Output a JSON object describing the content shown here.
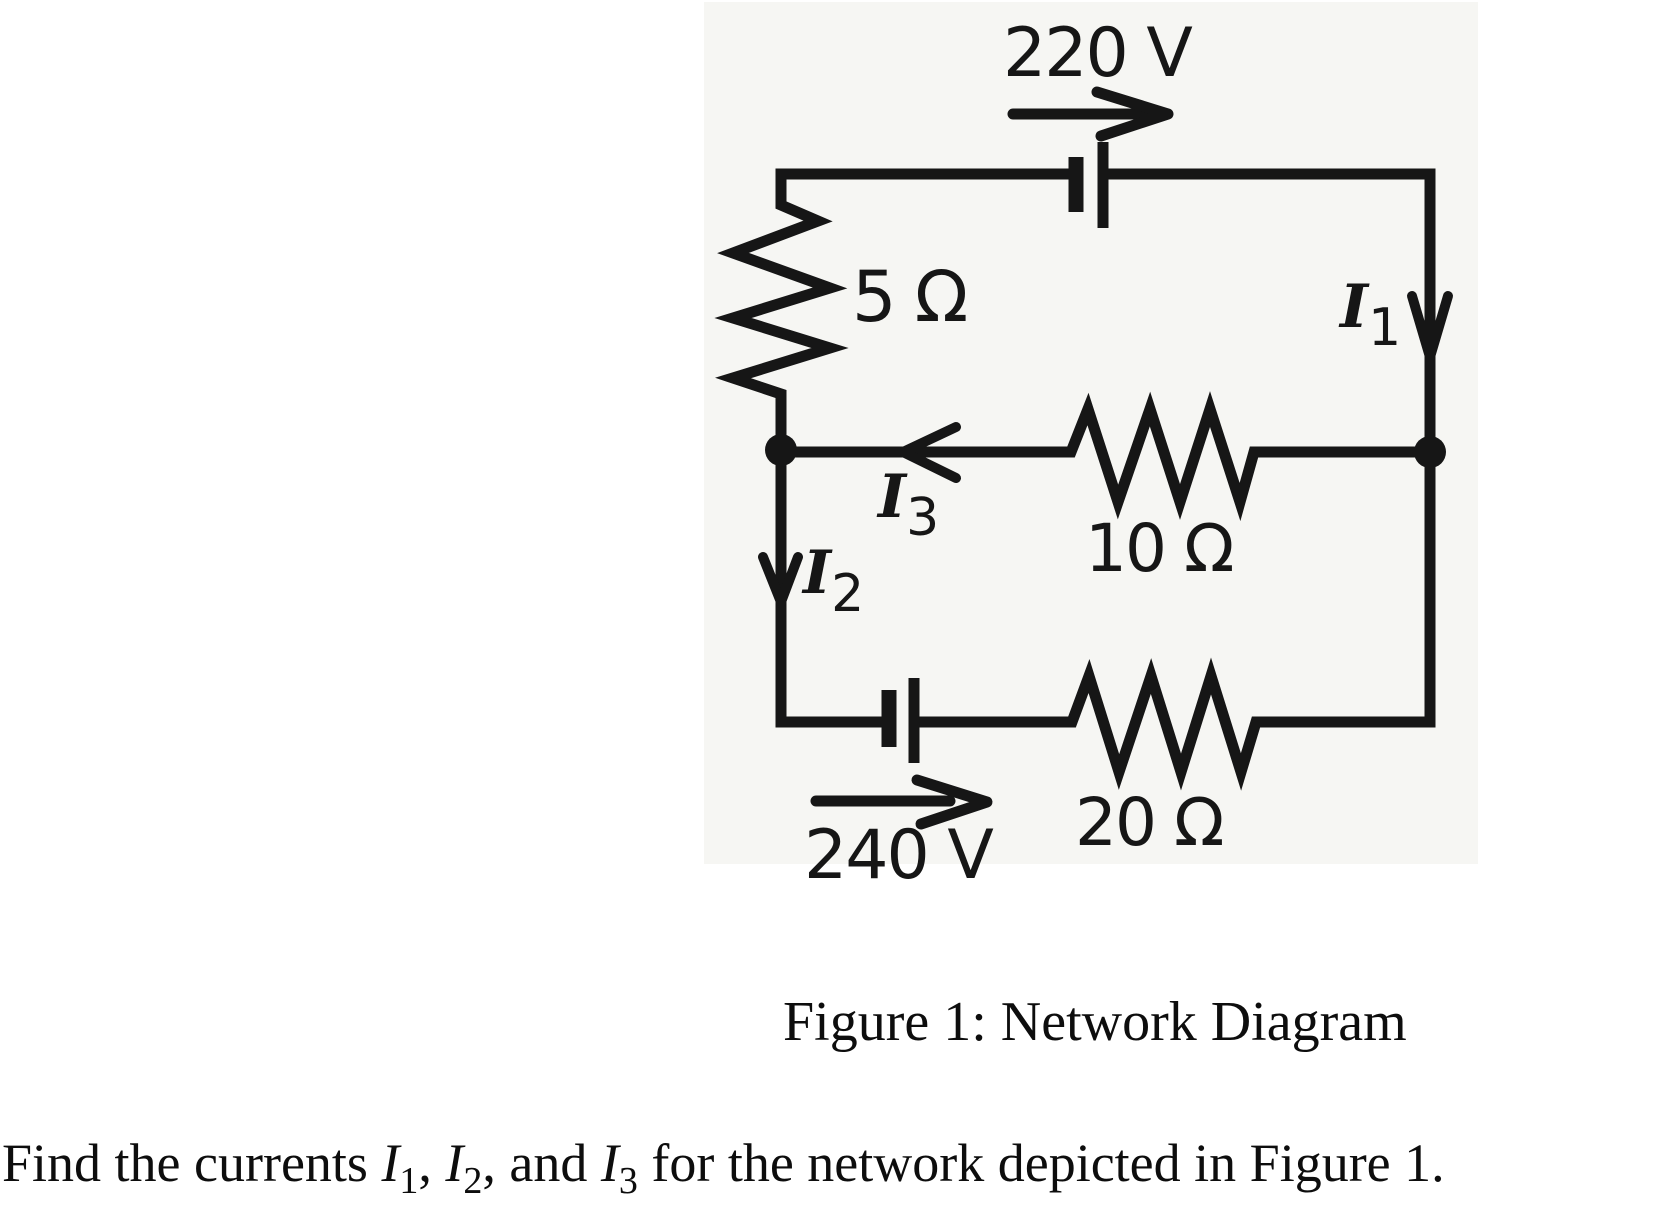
{
  "figure": {
    "ink": "#161616",
    "scan_bg": "#f6f6f3",
    "caption": "Figure 1: Network Diagram",
    "voltages": {
      "top": "220 V",
      "bottom": "240 V"
    },
    "resistors": {
      "left": "5 Ω",
      "middle": "10 Ω",
      "bottom": "20 Ω"
    },
    "currents": {
      "i1": {
        "base": "I",
        "sub": "1"
      },
      "i2": {
        "base": "I",
        "sub": "2"
      },
      "i3": {
        "base": "I",
        "sub": "3"
      }
    }
  },
  "problem": {
    "seg1": "Find the currents ",
    "i1": {
      "base": "I",
      "sub": "1"
    },
    "sep1": ", ",
    "i2": {
      "base": "I",
      "sub": "2"
    },
    "sep2": ", and ",
    "i3": {
      "base": "I",
      "sub": "3"
    },
    "seg2": " for the network depicted in Figure 1."
  }
}
